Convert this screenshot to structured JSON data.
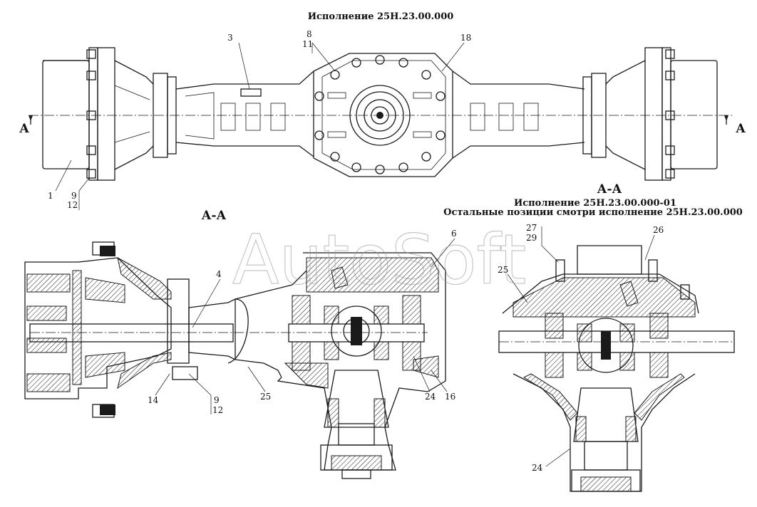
{
  "titles": {
    "top": "Исполнение 25Н.23.00.000",
    "right_line1": "Исполнение 25Н.23.00.000-01",
    "right_line2": "Остальные позиции смотри исполнение 25Н.23.00.000"
  },
  "section_labels": {
    "left": "А-А",
    "right": "А-А",
    "arrow_left": "А",
    "arrow_right": "А"
  },
  "watermark": "AutoSoft",
  "callouts_top": [
    "1",
    "3",
    "8",
    "11",
    "18",
    "9",
    "12"
  ],
  "callouts_left": [
    "4",
    "6",
    "14",
    "9",
    "12",
    "25",
    "24",
    "16"
  ],
  "callouts_right": [
    "27",
    "29",
    "26",
    "25",
    "24"
  ]
}
